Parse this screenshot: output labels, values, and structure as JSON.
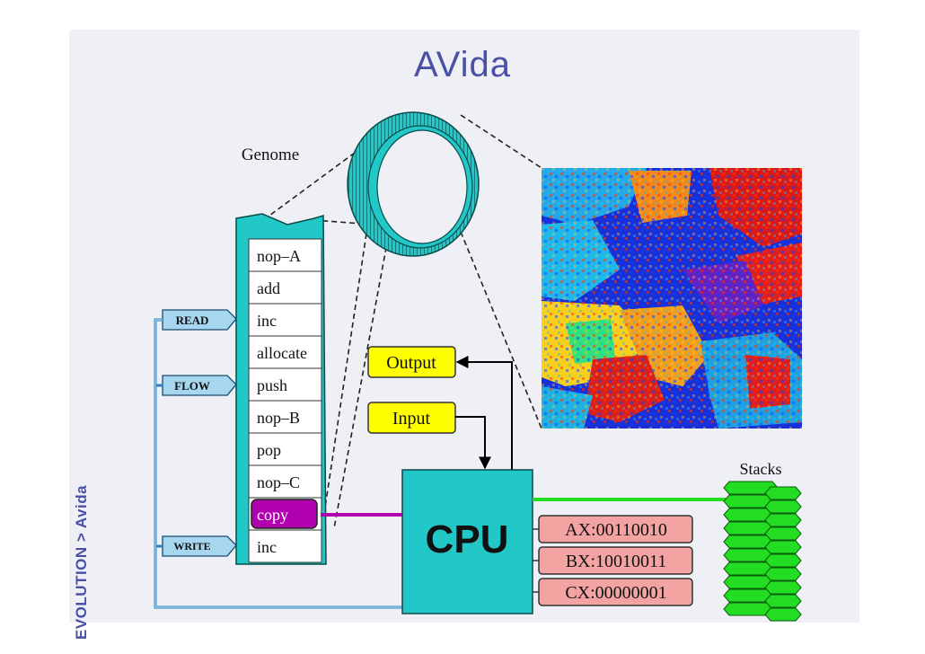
{
  "title": "AVida",
  "side_label": "EVOLUTION > Avida",
  "genome": {
    "label": "Genome",
    "instructions": [
      "nop–A",
      "add",
      "inc",
      "allocate",
      "push",
      "nop–B",
      "pop",
      "nop–C",
      "copy",
      "inc"
    ],
    "highlighted_instruction": "copy"
  },
  "heads": {
    "read": "READ",
    "flow": "FLOW",
    "write": "WRITE"
  },
  "io": {
    "output": "Output",
    "input": "Input"
  },
  "cpu": {
    "label": "CPU",
    "registers": [
      "AX:00110010",
      "BX:10010011",
      "CX:00000001"
    ]
  },
  "stacks": {
    "label": "Stacks"
  },
  "colors": {
    "title": "#4a50a6",
    "cpu": "#21c5c5",
    "io_box": "#ffff00",
    "register": "#f4a3a3",
    "stack": "#22dd22",
    "copy_highlight": "#b000b0",
    "heads": "#9fd1ec"
  }
}
